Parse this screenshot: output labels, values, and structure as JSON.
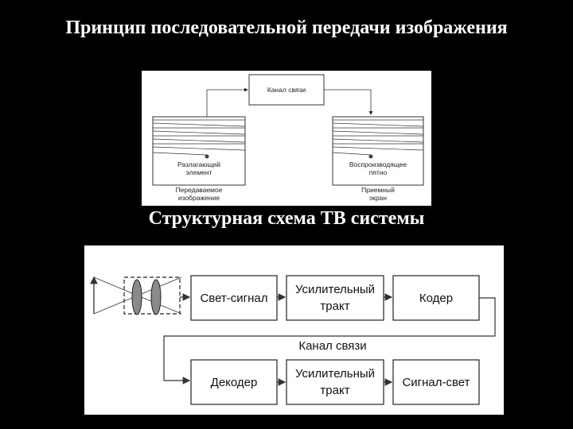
{
  "title": "Принцип последовательной передачи изображения",
  "subtitle": "Структурная схема ТВ системы",
  "scan_diagram": {
    "channel_label": "Канал связи",
    "left_element_label": [
      "Разлагающий",
      "элемент"
    ],
    "left_caption": [
      "Передаваемое",
      "изображение"
    ],
    "right_element_label": [
      "Воспроизводящее",
      "пятно"
    ],
    "right_caption": [
      "Приемный",
      "экран"
    ]
  },
  "block_diagram": {
    "light_signal": "Свет-сигнал",
    "amplifier_top": [
      "Усилительный",
      "тракт"
    ],
    "coder": "Кодер",
    "channel_label": "Канал связи",
    "decoder": "Декодер",
    "amplifier_bottom": [
      "Усилительный",
      "тракт"
    ],
    "signal_light": "Сигнал-свет"
  },
  "colors": {
    "background": "#000000",
    "title_text": "#ffffff",
    "panel": "#ffffff",
    "lens_fill": "#8a8a8a"
  }
}
